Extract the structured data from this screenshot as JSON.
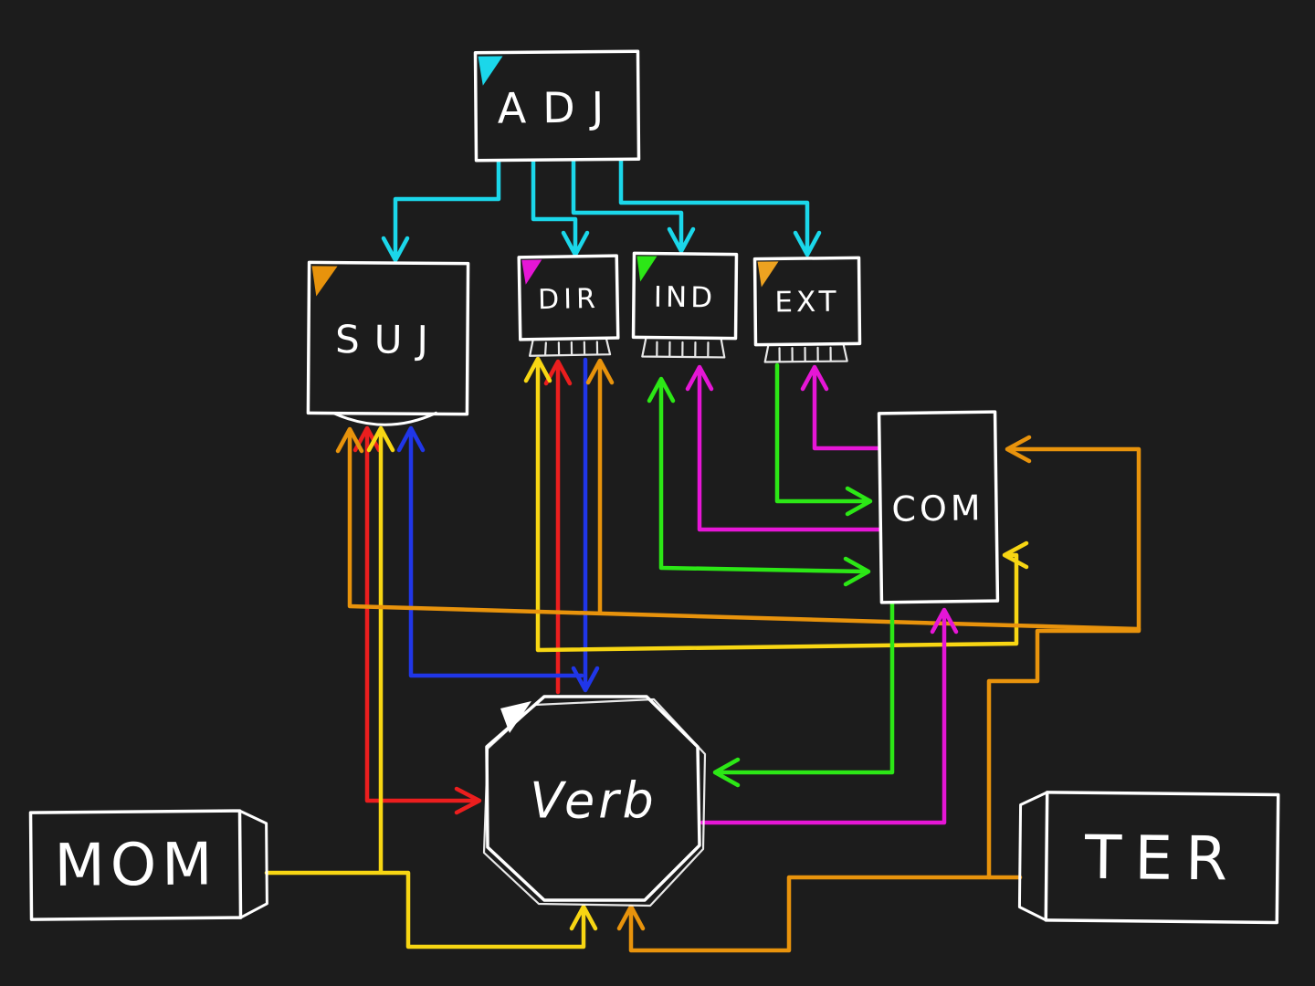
{
  "palette": {
    "background": "#1c1c1c",
    "box_fill": "#1c1c1c",
    "white": "#ffffff",
    "cyan": "#1bd7ea",
    "orange": "#e8930c",
    "red": "#eb1e1e",
    "blue": "#2036e8",
    "yellow": "#f7d613",
    "green": "#2ce716",
    "magenta": "#e616d6",
    "gold": "#eda220"
  },
  "nodes": {
    "adj": {
      "label": "ADJ",
      "mark_color": "cyan"
    },
    "suj": {
      "label": "SUJ",
      "mark_color": "orange"
    },
    "dir": {
      "label": "DIR",
      "mark_color": "magenta"
    },
    "ind": {
      "label": "IND",
      "mark_color": "green"
    },
    "ext": {
      "label": "EXT",
      "mark_color": "gold"
    },
    "com": {
      "label": "COM",
      "mark_color": "none"
    },
    "verb": {
      "label": "Verb",
      "mark_color": "white"
    },
    "mom": {
      "label": "MOM",
      "mark_color": "none"
    },
    "ter": {
      "label": "TER",
      "mark_color": "none"
    }
  },
  "edges": [
    {
      "id": "adj-suj-cyan",
      "from": "ADJ",
      "to": "SUJ",
      "color": "cyan"
    },
    {
      "id": "adj-dir-cyan",
      "from": "ADJ",
      "to": "DIR",
      "color": "cyan"
    },
    {
      "id": "adj-ind-cyan",
      "from": "ADJ",
      "to": "IND",
      "color": "cyan"
    },
    {
      "id": "adj-ext-cyan",
      "from": "ADJ",
      "to": "EXT",
      "color": "cyan"
    },
    {
      "id": "suj-verb-red",
      "from": "SUJ",
      "to": "Verb",
      "color": "red",
      "bidirectional": true
    },
    {
      "id": "verb-dir-red",
      "from": "Verb",
      "to": "DIR",
      "color": "red"
    },
    {
      "id": "verb-suj-blue",
      "from": "Verb",
      "to": "SUJ",
      "color": "blue"
    },
    {
      "id": "dir-verb-blue",
      "from": "DIR",
      "to": "Verb",
      "color": "blue"
    },
    {
      "id": "mom-verb-yellow",
      "from": "MOM",
      "to": "Verb",
      "color": "yellow"
    },
    {
      "id": "mom-suj-yellow",
      "from": "MOM",
      "to": "SUJ",
      "color": "yellow"
    },
    {
      "id": "dir-com-yellow",
      "from": "DIR",
      "to": "COM",
      "color": "yellow",
      "bidirectional": true
    },
    {
      "id": "ter-verb-orange",
      "from": "TER",
      "to": "Verb",
      "color": "orange"
    },
    {
      "id": "ter-com-orange",
      "from": "TER",
      "to": "COM",
      "color": "orange"
    },
    {
      "id": "ter-suj-orange",
      "from": "TER",
      "to": "SUJ",
      "color": "orange"
    },
    {
      "id": "ter-dir-orange",
      "from": "TER",
      "to": "DIR",
      "color": "orange"
    },
    {
      "id": "ext-com-green",
      "from": "EXT",
      "to": "COM",
      "color": "green"
    },
    {
      "id": "ind-com-green",
      "from": "IND",
      "to": "COM",
      "color": "green",
      "bidirectional": true
    },
    {
      "id": "com-verb-green",
      "from": "COM",
      "to": "Verb",
      "color": "green"
    },
    {
      "id": "com-ext-magenta",
      "from": "COM",
      "to": "EXT",
      "color": "magenta"
    },
    {
      "id": "com-ind-magenta",
      "from": "COM",
      "to": "IND",
      "color": "magenta"
    },
    {
      "id": "verb-com-magenta",
      "from": "Verb",
      "to": "COM",
      "color": "magenta"
    }
  ]
}
